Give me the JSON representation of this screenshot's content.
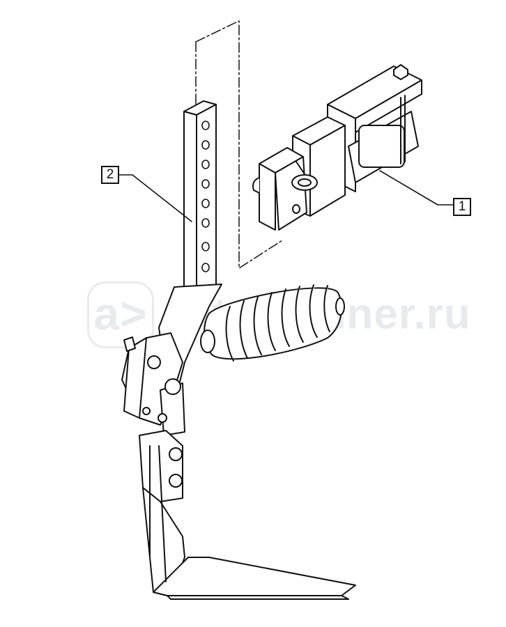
{
  "callouts": [
    {
      "id": "1",
      "label": "1"
    },
    {
      "id": "2",
      "label": "2"
    }
  ],
  "watermark": {
    "logo_glyph": "a>",
    "text": "autoplanner.ru"
  },
  "colors": {
    "line": "#111111",
    "watermark": "#e8ebee",
    "background": "#ffffff"
  }
}
